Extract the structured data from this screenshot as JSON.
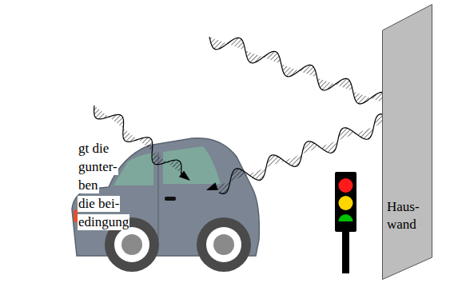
{
  "diagram": {
    "nodes": [
      {
        "text": [
          "Haus- wand"
        ]
      }
    ],
    "labels": [
      "gt die",
      "gunter-",
      "ben",
      "die bei-",
      "edingung"
    ]
  }
}
